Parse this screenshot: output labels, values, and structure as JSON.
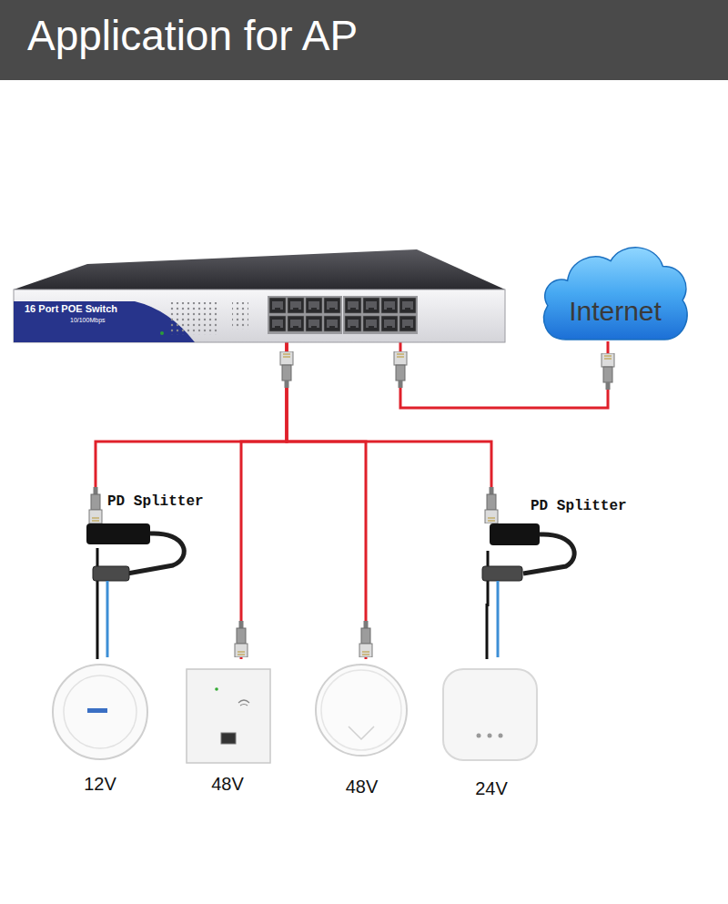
{
  "diagram": {
    "title": "Application for AP",
    "nodes": [
      {
        "text": [
          "16 Port POE Switch",
          "10/100Mbps"
        ]
      },
      {
        "text": [
          "Internet"
        ]
      },
      {
        "text": [
          "PD Splitter"
        ]
      },
      {
        "text": [
          "PD Splitter"
        ]
      },
      {
        "text": [
          "12V"
        ]
      },
      {
        "text": [
          "48V"
        ]
      },
      {
        "text": [
          "48V"
        ]
      },
      {
        "text": [
          "24V"
        ]
      }
    ],
    "edges": [
      {
        "from": 0,
        "to": 1,
        "arrow": "none"
      },
      {
        "from": 0,
        "to": 2,
        "arrow": "none"
      },
      {
        "from": 0,
        "to": 5,
        "arrow": "none"
      },
      {
        "from": 0,
        "to": 6,
        "arrow": "none"
      },
      {
        "from": 0,
        "to": 3,
        "arrow": "none"
      },
      {
        "from": 2,
        "to": 4,
        "arrow": "none"
      },
      {
        "from": 3,
        "to": 7,
        "arrow": "none"
      }
    ]
  }
}
